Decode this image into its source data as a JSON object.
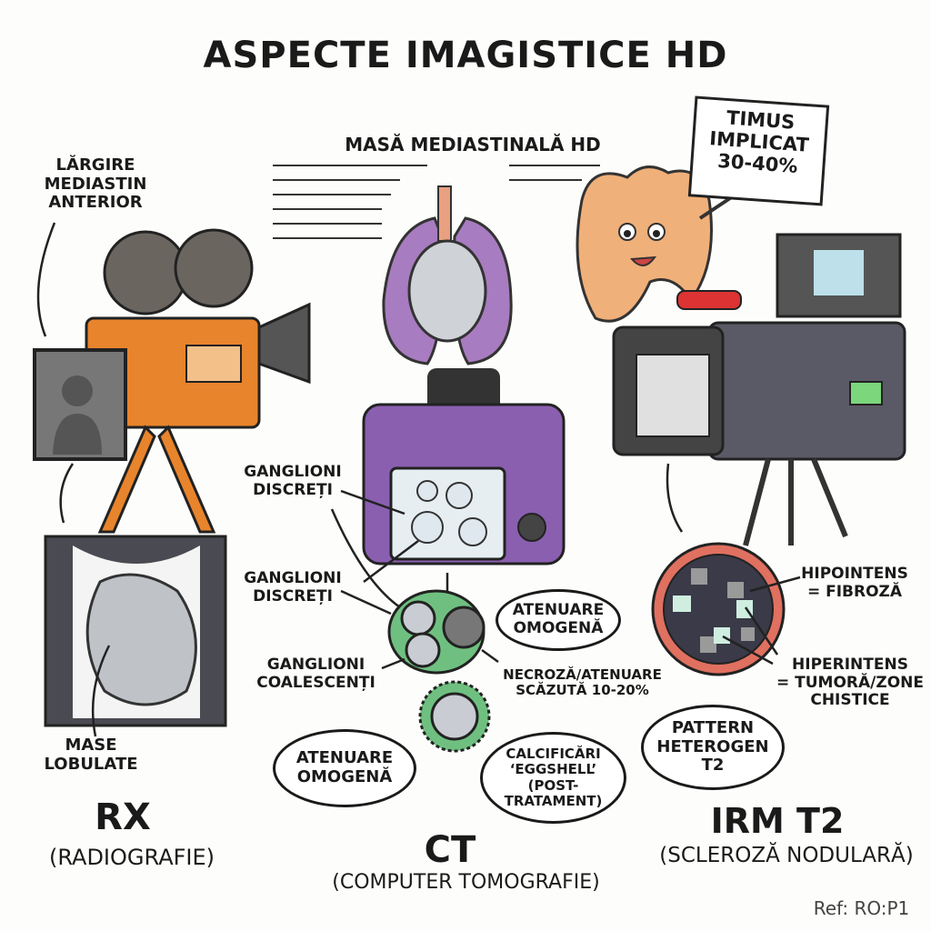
{
  "title": "ASPECTE IMAGISTICE HD",
  "mediastinal_mass_label": "MASĂ MEDIASTINALĂ HD",
  "thymus_sign": "TIMUS\nIMPLICAT\n30-40%",
  "rx": {
    "callout_top": "LĂRGIRE\nMEDIASTIN\nANTERIOR",
    "callout_bottom": "MASE\nLOBULATE",
    "heading": "RX",
    "subheading": "(RADIOGRAFIE)"
  },
  "ct": {
    "label_1": "GANGLIONI\nDISCREȚI",
    "label_2": "GANGLIONI\nDISCREȚI",
    "label_3": "GANGLIONI\nCOALESCENȚI",
    "bubble_right": "ATENUARE\nOMOGENĂ",
    "necrosis": "NECROZĂ/ATENUARE\nSCĂZUTĂ 10-20%",
    "bubble_left": "ATENUARE\nOMOGENĂ",
    "calcifications": "CALCIFICĂRI\n‘EGGSHELL’\n(POST-TRATAMENT)",
    "heading": "CT",
    "subheading": "(COMPUTER TOMOGRAFIE)"
  },
  "mri": {
    "hypo": "HIPOINTENS\n= FIBROZĂ",
    "hyper": "HIPERINTENS\n= TUMORĂ/ZONE\nCHISTICE",
    "pattern": "PATTERN\nHETEROGEN\nT2",
    "heading": "IRM T2",
    "subheading": "(SCLEROZĂ NODULARĂ)"
  },
  "ref": "Ref: RO:P1",
  "colors": {
    "orange": "#e8842c",
    "purple": "#8a5fb0",
    "lung": "#a87cc0",
    "thymus": "#f0b07a",
    "red": "#e07060",
    "dark": "#3a3a44",
    "green": "#6fc080"
  }
}
